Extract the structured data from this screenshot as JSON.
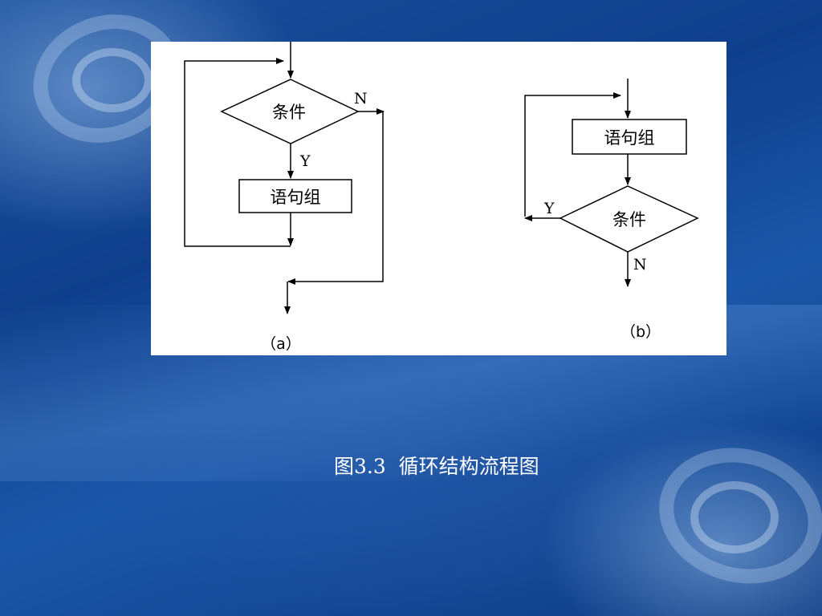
{
  "diagram_a": {
    "condition_label": "条件",
    "statement_label": "语句组",
    "yes_label": "Y",
    "no_label": "N",
    "caption": "（a）"
  },
  "diagram_b": {
    "statement_label": "语句组",
    "condition_label": "条件",
    "yes_label": "Y",
    "no_label": "N",
    "caption": "（b）"
  },
  "figure_caption": "图3.3  循环结构流程图"
}
